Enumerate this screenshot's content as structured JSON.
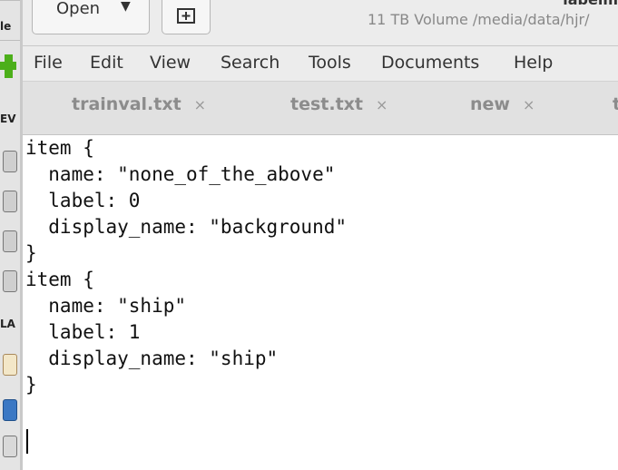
{
  "left_strip": {
    "top_label": "le",
    "mid_label_1": "EV",
    "mid_label_2": "LA"
  },
  "header": {
    "open_label": "Open",
    "title": "labelm",
    "subtitle": "11 TB Volume /media/data/hjr/"
  },
  "menu": {
    "items": [
      "File",
      "Edit",
      "View",
      "Search",
      "Tools",
      "Documents",
      "Help"
    ]
  },
  "tabs": [
    {
      "label": "trainval.txt",
      "close": "×"
    },
    {
      "label": "test.txt",
      "close": "×"
    },
    {
      "label": "new",
      "close": "×"
    },
    {
      "label": "t",
      "close": ""
    }
  ],
  "editor": {
    "lines": [
      "item {",
      "  name: \"none_of_the_above\"",
      "  label: 0",
      "  display_name: \"background\"",
      "}",
      "item {",
      "  name: \"ship\"",
      "  label: 1",
      "  display_name: \"ship\"",
      "}"
    ]
  }
}
